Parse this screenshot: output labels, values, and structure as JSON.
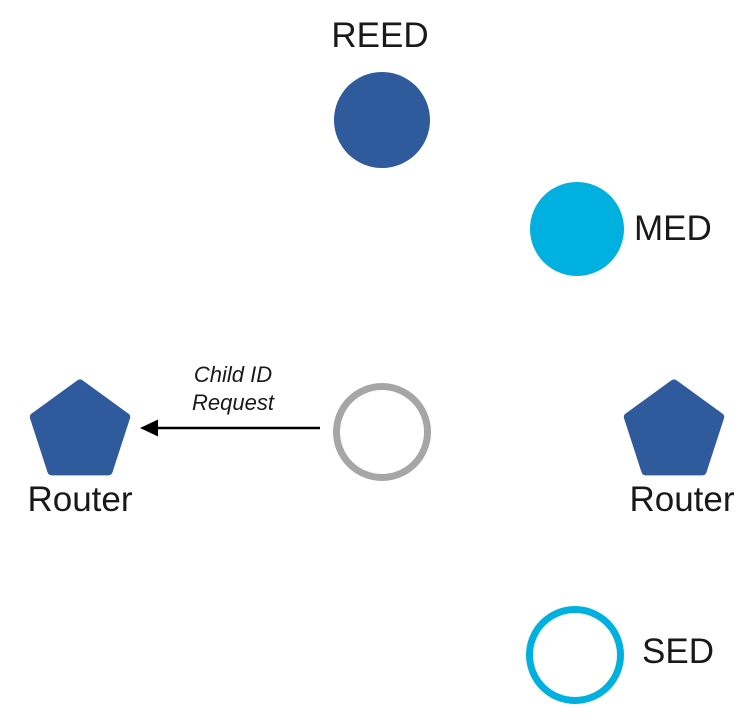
{
  "diagram": {
    "nodes": {
      "reed": {
        "label": "REED",
        "shape": "filled-circle"
      },
      "med": {
        "label": "MED",
        "shape": "filled-circle"
      },
      "joiner": {
        "shape": "outlined-circle"
      },
      "router_left": {
        "label": "Router",
        "shape": "filled-pentagon"
      },
      "router_right": {
        "label": "Router",
        "shape": "filled-pentagon"
      },
      "sed": {
        "label": "SED",
        "shape": "outlined-circle"
      }
    },
    "message": {
      "line1": "Child ID",
      "line2": "Request",
      "direction": "left"
    },
    "colors": {
      "node_blue": "#2F5A9C",
      "node_cyan": "#00B0DE",
      "joiner_gray": "#A6A6A6",
      "arrow_black": "#000000",
      "white": "#FFFFFF"
    }
  }
}
